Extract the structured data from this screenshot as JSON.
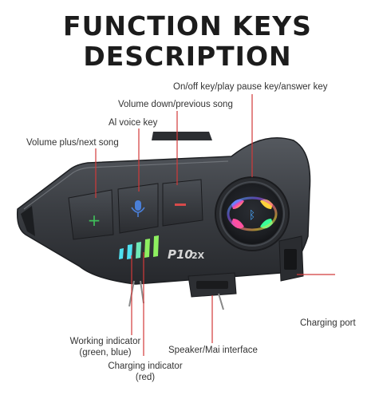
{
  "title": {
    "line1": "FUNCTION KEYS",
    "line2": "DESCRIPTION"
  },
  "labels": {
    "onoff": "On/off key/play pause key/answer key",
    "voldown": "Volume down/previous song",
    "ai": "Al voice key",
    "volplus": "Volume plus/next song",
    "charging_port": "Charging port",
    "working_line1": "Working indicator",
    "working_line2": "(green, blue)",
    "speaker": "Speaker/Mai interface",
    "charging_ind_line1": "Charging indicator",
    "charging_ind_line2": "(red)"
  },
  "device": {
    "brand": "P10",
    "model": "2X"
  },
  "colors": {
    "callout_line": "#d23a3a",
    "body": "#3a3d42",
    "plus_icon": "#3fbf5a",
    "mic_icon": "#4a7fd8",
    "minus_icon": "#d84a4a",
    "led_cyan": "#4fe0f0",
    "led_green": "#8ef060"
  }
}
